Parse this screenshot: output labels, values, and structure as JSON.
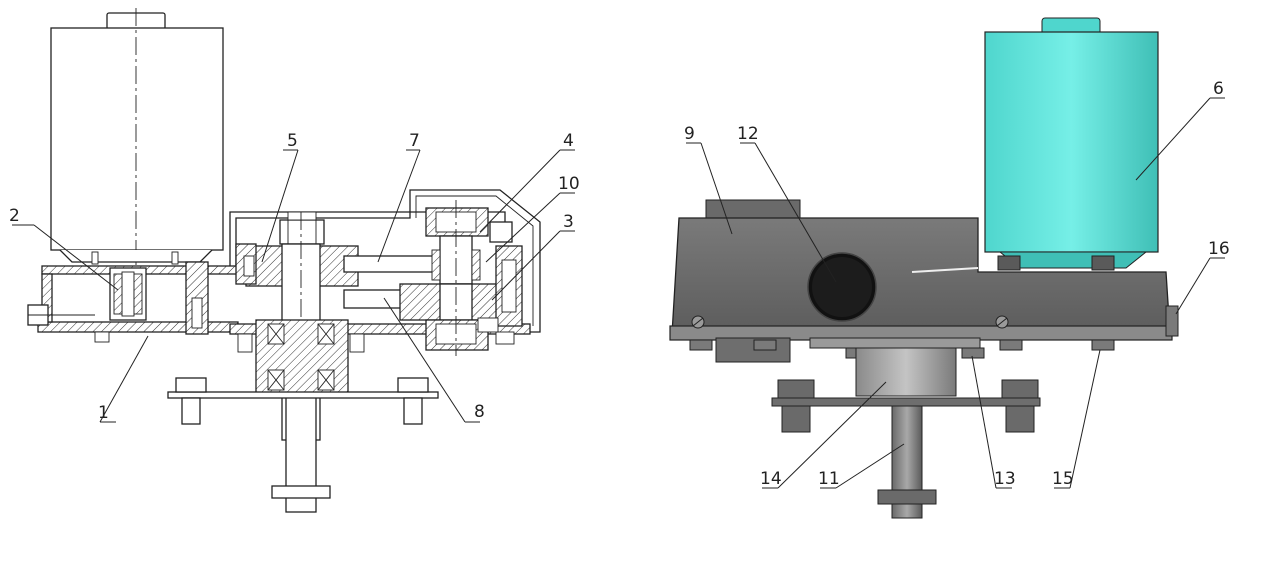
{
  "colors": {
    "motor_left": "#ffffff",
    "motor_right": "#5fe3da",
    "motor_right_dark": "#3fbfb6",
    "housing": "#6e6e6e",
    "housing_dark": "#4a4a4a",
    "housing_light": "#9a9a9a",
    "bolt": "#7a7a7a",
    "knob": "#111111",
    "hatch": "#333333",
    "line": "#222222"
  },
  "left_view": {
    "labels": {
      "l1": "1",
      "l2": "2",
      "l3": "3",
      "l4": "4",
      "l5": "5",
      "l7": "7",
      "l8": "8",
      "l10": "10"
    }
  },
  "right_view": {
    "labels": {
      "l6": "6",
      "l9": "9",
      "l11": "11",
      "l12": "12",
      "l13": "13",
      "l14": "14",
      "l15": "15",
      "l16": "16"
    }
  }
}
